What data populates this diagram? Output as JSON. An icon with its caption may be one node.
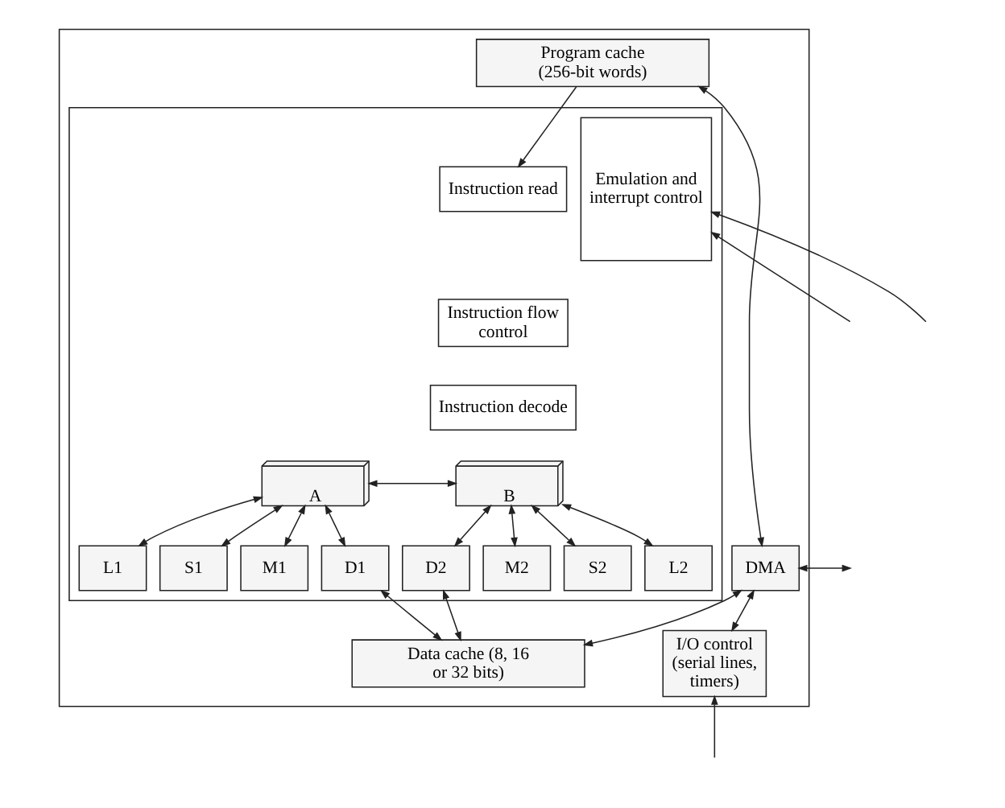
{
  "diagram": {
    "nodes": [
      {
        "text": [],
        "shape": "box"
      },
      {
        "text": [
          "Program cache (256-bit words)"
        ],
        "in": 0
      },
      {
        "text": [
          "DMA"
        ],
        "in": 0
      },
      {
        "text": [],
        "shape": "box",
        "in": 0
      },
      {
        "text": [
          "Instruction read"
        ],
        "in": 3
      },
      {
        "text": [
          "Instruction flow control"
        ],
        "in": 3
      },
      {
        "text": [
          "Instruction decode"
        ],
        "in": 3
      },
      {
        "text": [
          "Emulation and interrupt control"
        ],
        "in": 3
      },
      {
        "text": [
          "A"
        ],
        "in": 3
      },
      {
        "text": [
          "B"
        ],
        "in": 3
      },
      {
        "text": [
          "L1"
        ],
        "in": 3
      },
      {
        "text": [
          "S1"
        ],
        "in": 3
      },
      {
        "text": [
          "M1"
        ],
        "in": 3
      },
      {
        "text": [
          "D1"
        ],
        "in": 3
      },
      {
        "text": [
          "D2"
        ],
        "in": 3
      },
      {
        "text": [
          "M2"
        ],
        "in": 3
      },
      {
        "text": [
          "S2"
        ],
        "in": 3
      },
      {
        "text": [
          "L2"
        ],
        "in": 3
      },
      {
        "text": [
          "Data cache (8, 16 or 32 bits)"
        ],
        "in": 0
      },
      {
        "text": [
          "I/O control (serial lines, timers)"
        ],
        "in": 0
      }
    ],
    "edges": [
      {
        "from": null,
        "to": 2,
        "arrow": "both"
      },
      {
        "from": 1,
        "to": 2,
        "arrow": "both"
      },
      {
        "from": 1,
        "to": 4,
        "arrow": "to"
      },
      {
        "from": 8,
        "to": 10,
        "arrow": "both"
      },
      {
        "from": 8,
        "to": 11,
        "arrow": "both"
      },
      {
        "from": 8,
        "to": 12,
        "arrow": "both"
      },
      {
        "from": 8,
        "to": 13,
        "arrow": "both"
      },
      {
        "from": 8,
        "to": 9,
        "arrow": "both"
      },
      {
        "from": 9,
        "to": 14,
        "arrow": "both"
      },
      {
        "from": 9,
        "to": 15,
        "arrow": "both"
      },
      {
        "from": 9,
        "to": 16,
        "arrow": "both"
      },
      {
        "from": 9,
        "to": 17,
        "arrow": "both"
      },
      {
        "from": 13,
        "to": 18,
        "arrow": "both"
      },
      {
        "from": 14,
        "to": 18,
        "arrow": "both"
      },
      {
        "from": 2,
        "to": 18,
        "arrow": "both"
      },
      {
        "from": 2,
        "to": 19,
        "arrow": "both"
      },
      {
        "from": null,
        "to": 7,
        "arrow": "to"
      },
      {
        "from": null,
        "to": 7,
        "arrow": "to"
      },
      {
        "from": null,
        "to": 19,
        "arrow": "to"
      }
    ]
  }
}
